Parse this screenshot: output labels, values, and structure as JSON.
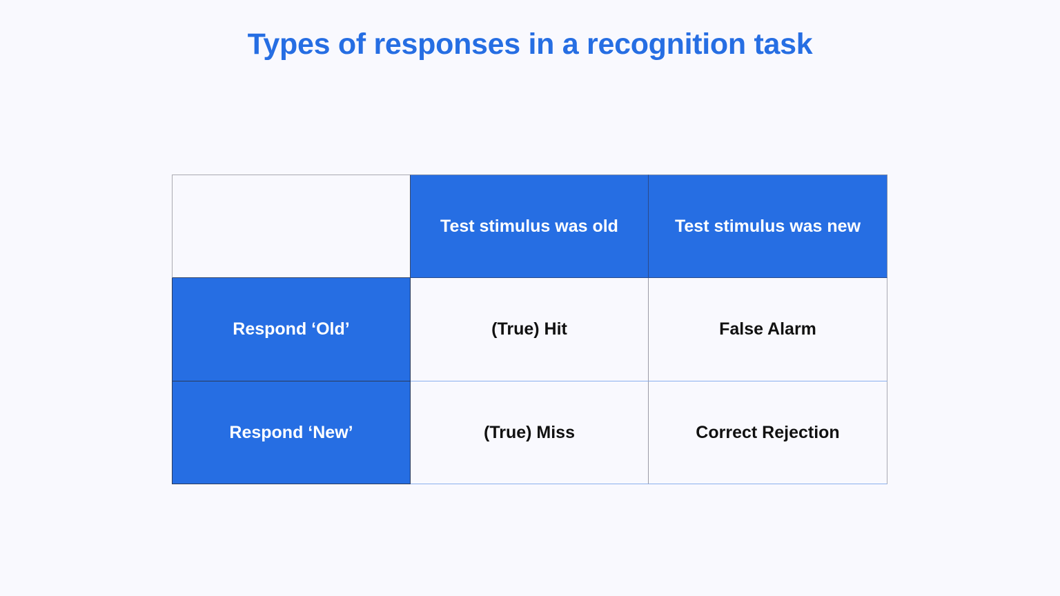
{
  "title": "Types of responses in a recognition task",
  "colors": {
    "accent": "#266ee3",
    "background": "#f9f9fe",
    "header_text": "#ffffff",
    "body_text": "#111111"
  },
  "table": {
    "corner": "",
    "column_headers": [
      "Test stimulus was old",
      "Test stimulus was new"
    ],
    "rows": [
      {
        "label": "Respond ‘Old’",
        "cells": [
          "(True) Hit",
          "False Alarm"
        ]
      },
      {
        "label": "Respond ‘New’",
        "cells": [
          "(True) Miss",
          "Correct Rejection"
        ]
      }
    ]
  }
}
